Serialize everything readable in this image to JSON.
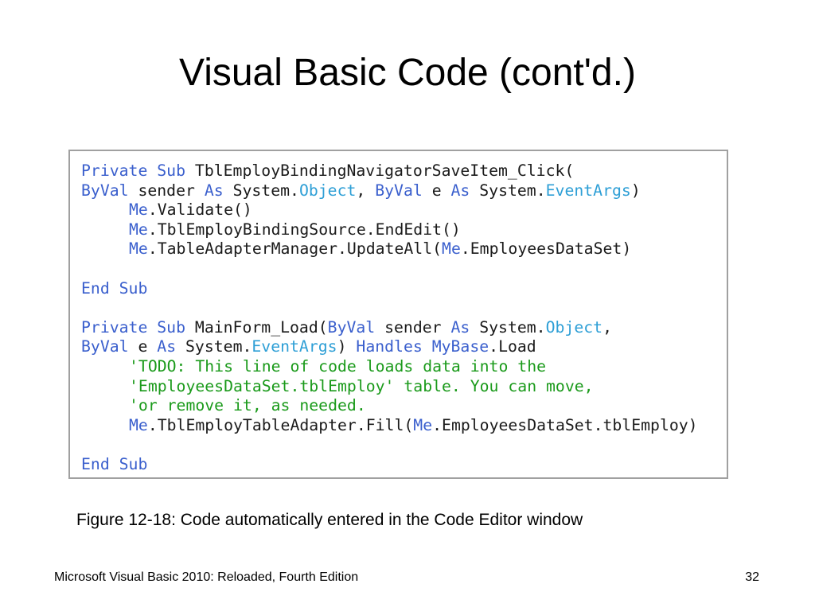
{
  "slide": {
    "title": "Visual Basic Code (cont'd.)",
    "caption": "Figure 12-18: Code automatically entered in the Code Editor window",
    "footer": "Microsoft Visual Basic 2010: Reloaded, Fourth Edition",
    "page_number": "32"
  },
  "colors": {
    "keyword": "#3a5fcd",
    "type": "#2e9fd6",
    "comment": "#1a9a1a",
    "text": "#1a1a1a"
  },
  "code": {
    "lines": [
      {
        "indent": false,
        "tokens": [
          {
            "t": "Private Sub",
            "k": "keyword"
          },
          {
            "t": " TblEmployBindingNavigatorSaveItem_Click(",
            "k": "text"
          }
        ]
      },
      {
        "indent": false,
        "tokens": [
          {
            "t": "ByVal",
            "k": "keyword"
          },
          {
            "t": " sender ",
            "k": "text"
          },
          {
            "t": "As",
            "k": "keyword"
          },
          {
            "t": " System.",
            "k": "text"
          },
          {
            "t": "Object",
            "k": "type"
          },
          {
            "t": ", ",
            "k": "text"
          },
          {
            "t": "ByVal",
            "k": "keyword"
          },
          {
            "t": " e ",
            "k": "text"
          },
          {
            "t": "As",
            "k": "keyword"
          },
          {
            "t": " System.",
            "k": "text"
          },
          {
            "t": "EventArgs",
            "k": "type"
          },
          {
            "t": ")",
            "k": "text"
          }
        ]
      },
      {
        "indent": true,
        "tokens": [
          {
            "t": "Me",
            "k": "keyword"
          },
          {
            "t": ".Validate()",
            "k": "text"
          }
        ]
      },
      {
        "indent": true,
        "tokens": [
          {
            "t": "Me",
            "k": "keyword"
          },
          {
            "t": ".TblEmployBindingSource.EndEdit()",
            "k": "text"
          }
        ]
      },
      {
        "indent": true,
        "tokens": [
          {
            "t": "Me",
            "k": "keyword"
          },
          {
            "t": ".TableAdapterManager.UpdateAll(",
            "k": "text"
          },
          {
            "t": "Me",
            "k": "keyword"
          },
          {
            "t": ".EmployeesDataSet)",
            "k": "text"
          }
        ]
      },
      {
        "indent": false,
        "tokens": []
      },
      {
        "indent": false,
        "tokens": [
          {
            "t": "End Sub",
            "k": "keyword"
          }
        ]
      },
      {
        "indent": false,
        "tokens": []
      },
      {
        "indent": false,
        "tokens": [
          {
            "t": "Private Sub",
            "k": "keyword"
          },
          {
            "t": " MainForm_Load(",
            "k": "text"
          },
          {
            "t": "ByVal",
            "k": "keyword"
          },
          {
            "t": " sender ",
            "k": "text"
          },
          {
            "t": "As",
            "k": "keyword"
          },
          {
            "t": " System.",
            "k": "text"
          },
          {
            "t": "Object",
            "k": "type"
          },
          {
            "t": ",",
            "k": "text"
          }
        ]
      },
      {
        "indent": false,
        "tokens": [
          {
            "t": "ByVal",
            "k": "keyword"
          },
          {
            "t": " e ",
            "k": "text"
          },
          {
            "t": "As",
            "k": "keyword"
          },
          {
            "t": " System.",
            "k": "text"
          },
          {
            "t": "EventArgs",
            "k": "type"
          },
          {
            "t": ") ",
            "k": "text"
          },
          {
            "t": "Handles",
            "k": "keyword"
          },
          {
            "t": " ",
            "k": "text"
          },
          {
            "t": "MyBase",
            "k": "keyword"
          },
          {
            "t": ".Load",
            "k": "text"
          }
        ]
      },
      {
        "indent": true,
        "tokens": [
          {
            "t": "'TODO: This line of code loads data into the",
            "k": "comment"
          }
        ]
      },
      {
        "indent": true,
        "tokens": [
          {
            "t": "'EmployeesDataSet.tblEmploy' table. You can move,",
            "k": "comment"
          }
        ]
      },
      {
        "indent": true,
        "tokens": [
          {
            "t": "'or remove it, as needed.",
            "k": "comment"
          }
        ]
      },
      {
        "indent": true,
        "tokens": [
          {
            "t": "Me",
            "k": "keyword"
          },
          {
            "t": ".TblEmployTableAdapter.Fill(",
            "k": "text"
          },
          {
            "t": "Me",
            "k": "keyword"
          },
          {
            "t": ".EmployeesDataSet.tblEmploy)",
            "k": "text"
          }
        ]
      },
      {
        "indent": false,
        "tokens": []
      },
      {
        "indent": false,
        "tokens": [
          {
            "t": "End Sub",
            "k": "keyword"
          }
        ]
      }
    ]
  }
}
